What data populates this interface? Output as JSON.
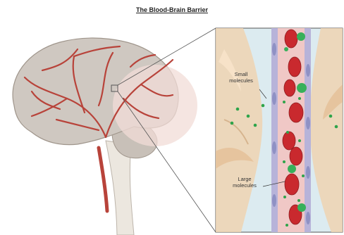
{
  "title": "The Blood-Brain Barrier",
  "labels": {
    "small_1": "Small",
    "small_2": "molecules",
    "large_1": "Large",
    "large_2": "molecules"
  },
  "colors": {
    "vessel_red": "#b8433a",
    "brain": "#cfc8c1",
    "cell_tan": "#efd3b2",
    "fluid_blue": "#dcebf0",
    "rbc": "#c9292e",
    "small_mol": "#2ea44a",
    "large_mol": "#37b05a",
    "endothelium": "#9a9cc8"
  }
}
